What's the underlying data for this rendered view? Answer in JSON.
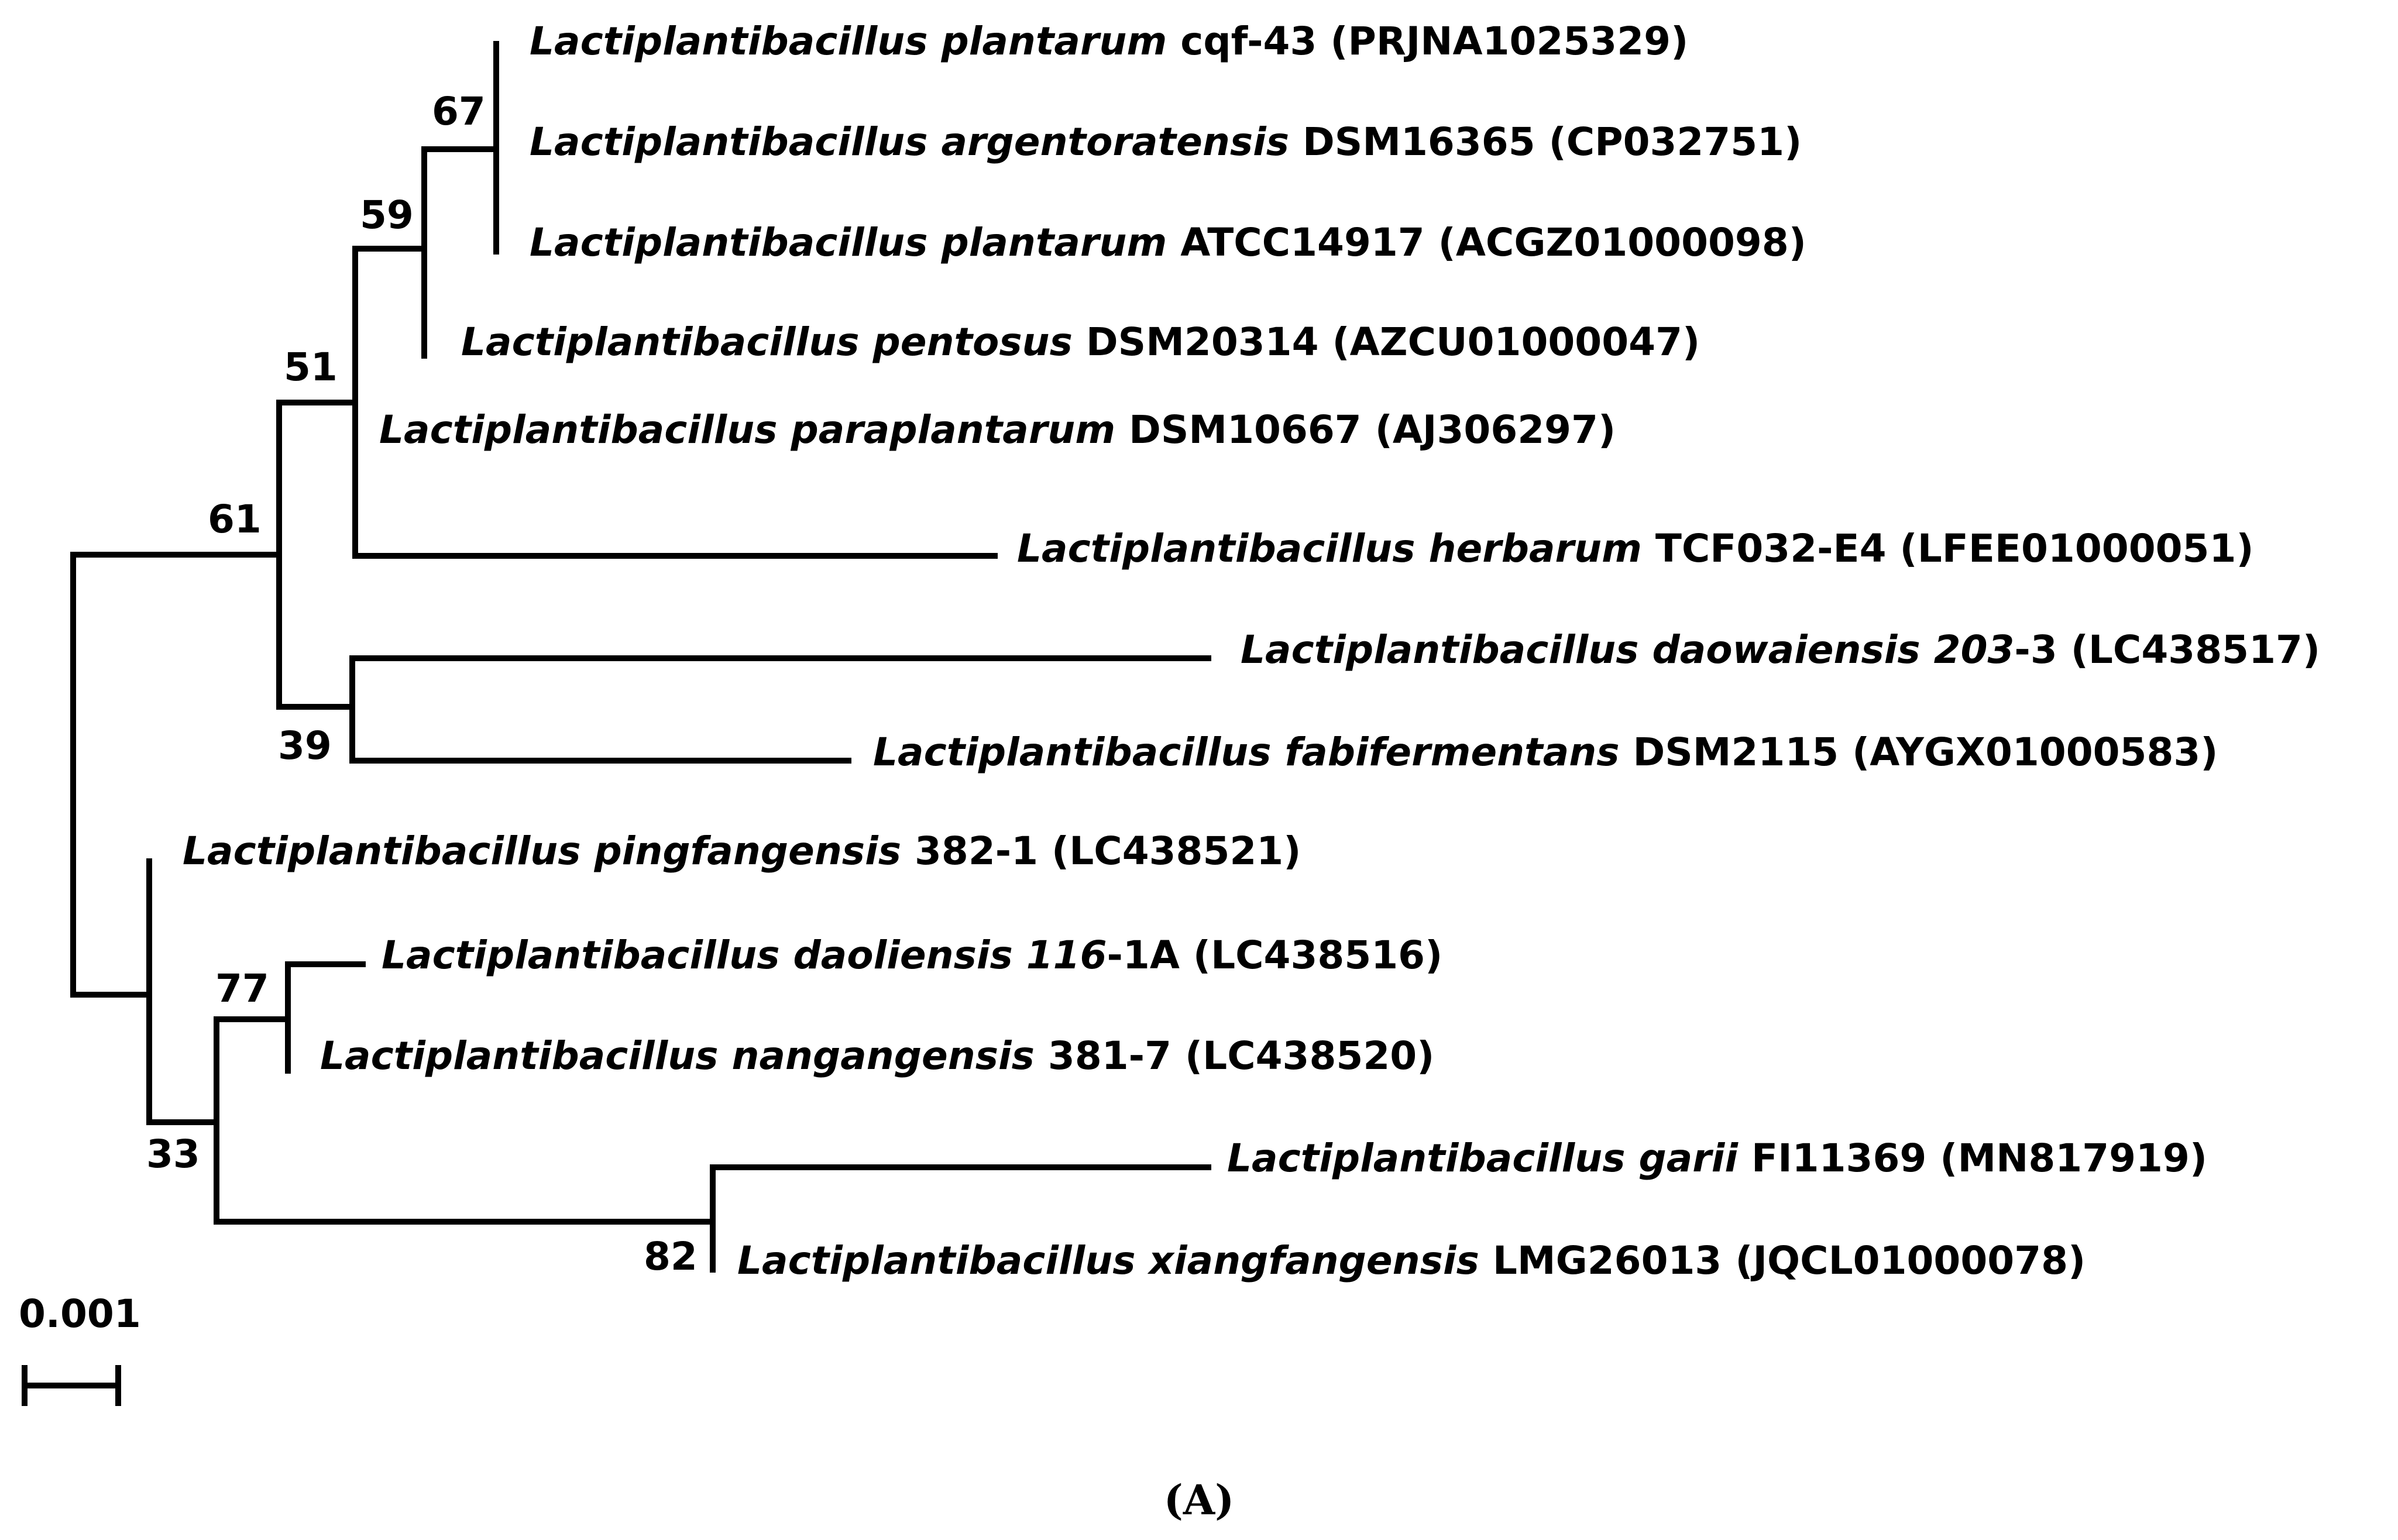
{
  "tree": {
    "taxa": [
      {
        "id": "t1",
        "species": "Lactiplantibacillus plantarum",
        "strain": " cqf-43 (PRJNA1025329)"
      },
      {
        "id": "t2",
        "species": "Lactiplantibacillus argentoratensis",
        "strain": " DSM16365 (CP032751)"
      },
      {
        "id": "t3",
        "species": "Lactiplantibacillus plantarum",
        "strain": " ATCC14917 (ACGZ01000098)"
      },
      {
        "id": "t4",
        "species": "Lactiplantibacillus pentosus",
        "strain": " DSM20314 (AZCU01000047)"
      },
      {
        "id": "t5",
        "species": "Lactiplantibacillus paraplantarum",
        "strain": " DSM10667 (AJ306297)"
      },
      {
        "id": "t6",
        "species": "Lactiplantibacillus herbarum",
        "strain": " TCF032-E4 (LFEE01000051)"
      },
      {
        "id": "t7",
        "species": "Lactiplantibacillus daowaiensis 203",
        "strain": "-3 (LC438517)"
      },
      {
        "id": "t8",
        "species": "Lactiplantibacillus fabifermentans",
        "strain": " DSM2115 (AYGX01000583)"
      },
      {
        "id": "t9",
        "species": "Lactiplantibacillus pingfangensis",
        "strain": " 382-1 (LC438521)"
      },
      {
        "id": "t10",
        "species": "Lactiplantibacillus daoliensis 116",
        "strain": "-1A (LC438516)"
      },
      {
        "id": "t11",
        "species": "Lactiplantibacillus nangangensis",
        "strain": " 381-7 (LC438520)"
      },
      {
        "id": "t12",
        "species": "Lactiplantibacillus garii",
        "strain": " FI11369 (MN817919)"
      },
      {
        "id": "t13",
        "species": "Lactiplantibacillus xiangfangensis",
        "strain": " LMG26013 (JQCL01000078)"
      }
    ],
    "supports": [
      {
        "node": "n67",
        "value": "67"
      },
      {
        "node": "n59",
        "value": "59"
      },
      {
        "node": "n51",
        "value": "51"
      },
      {
        "node": "n61",
        "value": "61"
      },
      {
        "node": "n39",
        "value": "39"
      },
      {
        "node": "n77",
        "value": "77"
      },
      {
        "node": "n33",
        "value": "33"
      },
      {
        "node": "n82",
        "value": "82"
      }
    ],
    "scale_bar": {
      "label": "0.001"
    },
    "panel_label": "(A)"
  }
}
